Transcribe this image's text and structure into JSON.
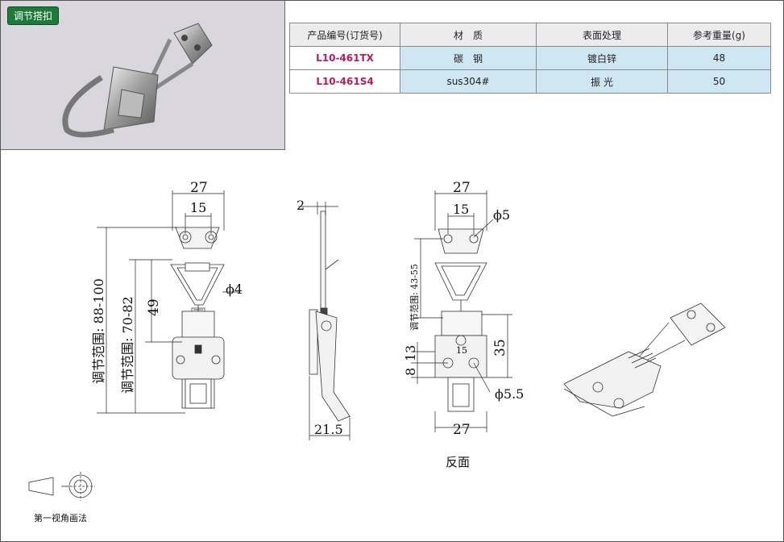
{
  "tag_label": "调节搭扣",
  "table": {
    "headers": [
      "产品编号(订货号)",
      "材　质",
      "表面处理",
      "参考重量(g)"
    ],
    "rows": [
      {
        "code": "L10-461TX",
        "material": "碳　钢",
        "finish": "镀白锌",
        "weight": "48"
      },
      {
        "code": "L10-461S4",
        "material": "sus304#",
        "finish": "振 光",
        "weight": "50"
      }
    ]
  },
  "dimensions": {
    "front_width": "27",
    "front_hole_pitch": "15",
    "front_hole_dia": "ϕ4",
    "front_link_height": "49",
    "range_outer": "调节范围:  88-100",
    "range_inner": "调节范围:  70-82",
    "side_thickness": "2",
    "side_depth": "21.5",
    "back_width_top": "27",
    "back_hole_pitch_top": "15",
    "back_hole_dia_top": "ϕ5",
    "back_range": "调节范围:  43-55",
    "back_height": "35",
    "back_small_8": "8",
    "back_small_13": "13",
    "back_inner_15": "15",
    "back_hole_dia_bottom": "ϕ5.5",
    "back_width_bottom": "27"
  },
  "view_caption": "反面",
  "projection_label": "第一视角画法",
  "colors": {
    "tag_bg": "#1d7b3a",
    "code_text": "#c2185b",
    "row_bg": "#cfe6f3",
    "header_bg": "#ececec"
  }
}
